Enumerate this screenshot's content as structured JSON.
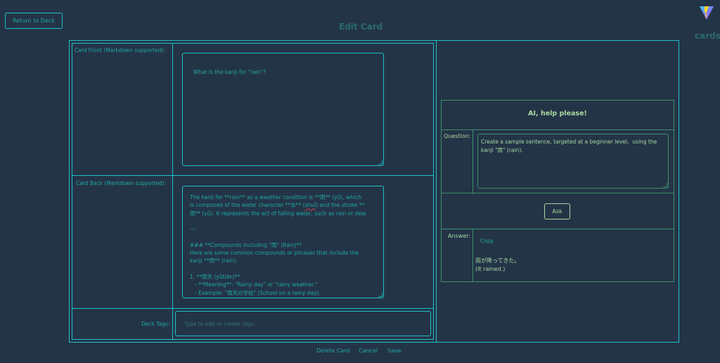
{
  "header": {
    "return_label": "Return to Deck",
    "page_title": "Edit Card",
    "logo_text": "cards"
  },
  "front": {
    "label": "Card Front (Markdown supported):",
    "value": "What is the kanji for \"rain\"?"
  },
  "back": {
    "label": "Card Back (Markdown supported):",
    "value_pre": "The kanji for **rain** as a weather condition is **雨** (yǔ), which\nis composed of the water character **水** (",
    "value_squiggle": "shuǐ",
    "value_post": ") and the stroke **\n雨** (yǔ). It represents the act of falling water, such as rain or dew.\n\n---\n\n### **Compounds Including \"雨\" (Rain)**\nHere are some common compounds or phrases that include the\nkanji **雨** (rain):\n\n1. **雨天 (yǔtiān)**\n   - **Meaning**: \"Rainy day\" or \"rainy weather.\"\n   - Example: \"雨天の学校\" (School on a rainy day)."
  },
  "tags": {
    "label": "Deck Tags:",
    "placeholder": "Type to add or create tags..."
  },
  "footer": {
    "delete_label": "Delete Card",
    "cancel_label": "Cancel",
    "save_label": "Save"
  },
  "ai": {
    "title": "AI, help please!",
    "question_label": "Question:",
    "question_value": "Create a sample sentence, targeted at a beginner level,  using the\nkanji \"雨\" (rain).",
    "ask_label": "Ask",
    "answer_label": "Answer:",
    "copy_label": "Copy",
    "answer_value": "雨が降ってきた。\n(It rained.)"
  },
  "colors": {
    "background": "#243447",
    "accent_teal": "#1fa8a3",
    "border_cyan": "#1ec1c9",
    "ai_green": "#a8d8a0"
  }
}
